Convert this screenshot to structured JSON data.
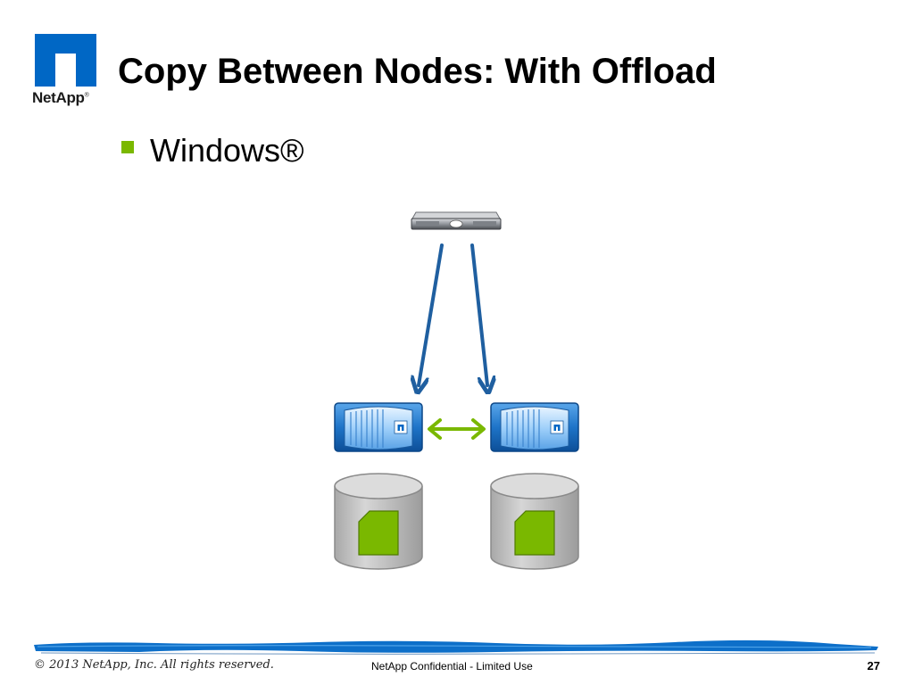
{
  "brand": {
    "logo_word": "NetApp",
    "registered_mark": "®",
    "colors": {
      "brand_blue": "#0067c5",
      "accent_green": "#7ab800",
      "arrow_blue": "#1f5fa0"
    }
  },
  "slide": {
    "title": "Copy Between Nodes: With Offload",
    "bullets": [
      {
        "text": "Windows®"
      }
    ]
  },
  "diagram": {
    "icons": [
      "server-icon",
      "storage-controller-icon",
      "storage-controller-icon",
      "disk-volume-icon",
      "disk-volume-icon"
    ]
  },
  "footer": {
    "copyright": "© 2013 NetApp, Inc. All rights reserved.",
    "confidential": "NetApp Confidential - Limited Use",
    "page_number": "27"
  }
}
